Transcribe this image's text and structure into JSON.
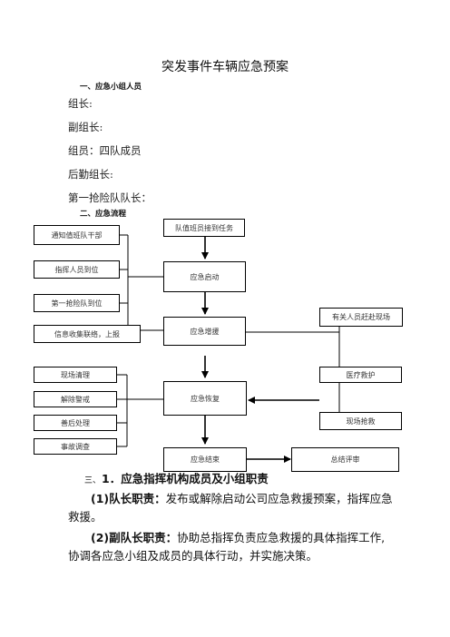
{
  "doc": {
    "title": "突发事件车辆应急预案",
    "section1": "一、应急小组人员",
    "roles": [
      "组长:",
      "副组长:",
      "组员：四队成员",
      "后勤组长:",
      "第一抢险队队长："
    ],
    "section2": "二、应急流程"
  },
  "flow": {
    "left_top": [
      "通知值班队干部",
      "指挥人员到位",
      "第一抢险队到位",
      "信息收集联络，上报"
    ],
    "left_bottom": [
      "现场清理",
      "解除警戒",
      "善后处理",
      "事故调查"
    ],
    "center": [
      "队值班员接到任务",
      "应急启动",
      "应急增援",
      "应急恢复",
      "应急结束"
    ],
    "right": [
      "有关人员赶赴现场",
      "医疗救护",
      "现场抢救",
      "总结评审"
    ]
  },
  "section3": {
    "prefix": "三、",
    "heading": "1．应急指挥机构成员及小组职责",
    "p1_label": "(1)队长职责：",
    "p1_text_a": "发布或解除启动公司应急救援预案，指挥应急",
    "p1_text_b": "救援。",
    "p2_label": "(2)副队长职责：",
    "p2_text_a": "协助总指挥负责应急救援的具体指挥工作,",
    "p2_text_b": "协调各应急小组及成员的具体行动，并实施决策。"
  }
}
